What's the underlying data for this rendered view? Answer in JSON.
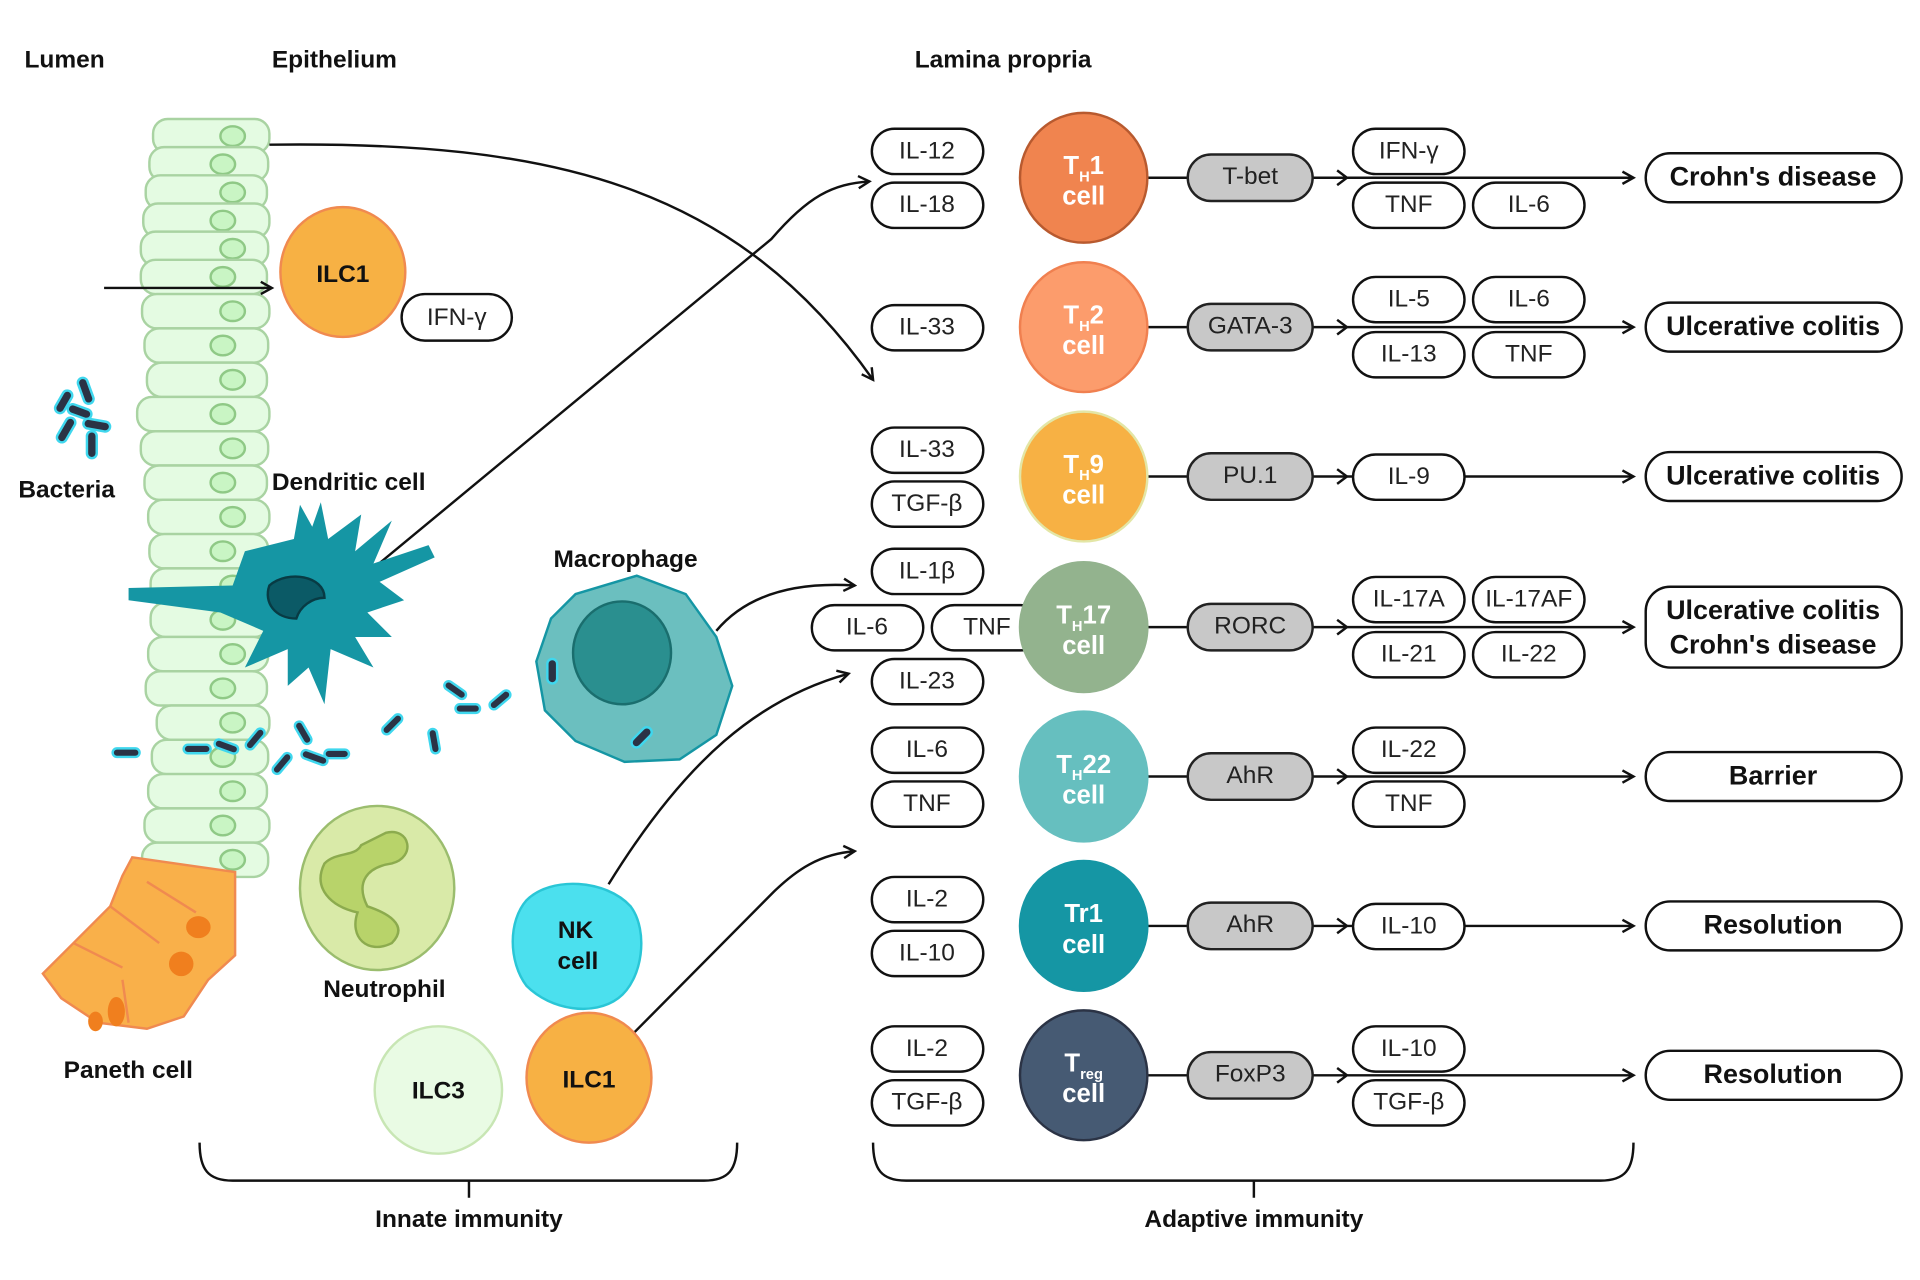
{
  "headers": {
    "lumen": "Lumen",
    "epithelium": "Epithelium",
    "lamina_propria": "Lamina propria"
  },
  "innate": {
    "ilc1_top": "ILC1",
    "ifng": "IFN-γ",
    "bacteria": "Bacteria",
    "dendritic": "Dendritic cell",
    "macrophage": "Macrophage",
    "neutrophil": "Neutrophil",
    "nk": [
      "NK",
      "cell"
    ],
    "ilc3": "ILC3",
    "ilc1_bottom": "ILC1",
    "paneth": "Paneth cell"
  },
  "brackets": {
    "innate": "Innate immunity",
    "adaptive": "Adaptive immunity"
  },
  "colors": {
    "th1": "#f0844f",
    "th2": "#fc9c6c",
    "th9": "#f7b144",
    "th17": "#93b38e",
    "th22": "#66bfbf",
    "tr1": "#1596a4",
    "treg": "#465a73",
    "ilc1": "#f7b144",
    "dendritic": "#1596a4",
    "macrophage": "#6bbfbf",
    "nk": "#4be0ee"
  },
  "macrophage_inputs": [
    "IL-1β",
    "IL-6",
    "TNF",
    "IL-23"
  ],
  "rows": [
    {
      "inputs": [
        "IL-12",
        "IL-18"
      ],
      "cell": {
        "main": "T",
        "sub": "H",
        "suffix": "1",
        "line2": "cell"
      },
      "color": "#f0844f",
      "stroke": "#b85a2f",
      "tf": "T-bet",
      "outputs": [
        "IFN-γ",
        "TNF",
        "IL-6"
      ],
      "outcome": [
        "Crohn's disease"
      ]
    },
    {
      "inputs": [
        "IL-33"
      ],
      "cell": {
        "main": "T",
        "sub": "H",
        "suffix": "2",
        "line2": "cell"
      },
      "color": "#fc9c6c",
      "stroke": "#f08050",
      "tf": "GATA-3",
      "outputs": [
        "IL-5",
        "IL-6",
        "IL-13",
        "TNF"
      ],
      "outcome": [
        "Ulcerative colitis"
      ]
    },
    {
      "inputs": [
        "IL-33",
        "TGF-β"
      ],
      "cell": {
        "main": "T",
        "sub": "H",
        "suffix": "9",
        "line2": "cell"
      },
      "color": "#f7b144",
      "stroke": "#e3e6a6",
      "tf": "PU.1",
      "outputs": [
        "IL-9"
      ],
      "outcome": [
        "Ulcerative colitis"
      ]
    },
    {
      "inputs": [],
      "cell": {
        "main": "T",
        "sub": "H",
        "suffix": "17",
        "line2": "cell"
      },
      "color": "#93b38e",
      "stroke": "#93b38e",
      "tf": "RORC",
      "outputs": [
        "IL-17A",
        "IL-17AF",
        "IL-21",
        "IL-22"
      ],
      "outcome": [
        "Ulcerative colitis",
        "Crohn's disease"
      ]
    },
    {
      "inputs": [
        "IL-6",
        "TNF"
      ],
      "cell": {
        "main": "T",
        "sub": "H",
        "suffix": "22",
        "line2": "cell"
      },
      "color": "#66bfbf",
      "stroke": "#66bfbf",
      "tf": "AhR",
      "outputs": [
        "IL-22",
        "TNF"
      ],
      "outcome": [
        "Barrier"
      ]
    },
    {
      "inputs": [
        "IL-2",
        "IL-10"
      ],
      "cell": {
        "main": "Tr1",
        "sub": "",
        "suffix": "",
        "line2": "cell"
      },
      "color": "#1596a4",
      "stroke": "#1596a4",
      "tf": "AhR",
      "outputs": [
        "IL-10"
      ],
      "outcome": [
        "Resolution"
      ]
    },
    {
      "inputs": [
        "IL-2",
        "TGF-β"
      ],
      "cell": {
        "main": "T",
        "sub": "reg",
        "suffix": "",
        "line2": "cell"
      },
      "color": "#465a73",
      "stroke": "#2b3345",
      "tf": "FoxP3",
      "outputs": [
        "IL-10",
        "TGF-β"
      ],
      "outcome": [
        "Resolution"
      ]
    }
  ]
}
